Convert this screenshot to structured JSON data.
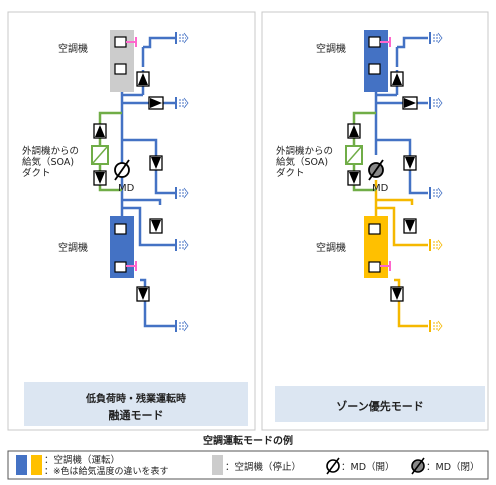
{
  "left_panel": {
    "ac_label_top": "空調機",
    "soa_label_line1": "外調機からの",
    "soa_label_line2": "給気（SOA)",
    "soa_label_line3": "ダクト",
    "md_label": "MD",
    "ac_label_bottom": "空調機",
    "caption_line1": "低負荷時・残業運転時",
    "caption_line2": "融通モード"
  },
  "right_panel": {
    "ac_label_top": "空調機",
    "soa_label_line1": "外調機からの",
    "soa_label_line2": "給気（SOA)",
    "soa_label_line3": "ダクト",
    "md_label": "MD",
    "ac_label_bottom": "空調機",
    "caption": "ゾーン優先モード"
  },
  "figure_title": "空調運転モードの例",
  "legend": {
    "ac_running_line1": "：空調機（運転）",
    "ac_running_line2": "：※色は給気温度の違いを表す",
    "ac_stopped": "：空調機（停止）",
    "md_open": "：MD（開）",
    "md_closed": "：MD（閉）"
  },
  "colors": {
    "duct_blue": "#4472c4",
    "duct_yellow": "#f5b800",
    "duct_green": "#70ad47",
    "ac_blue": "#4472c4",
    "ac_yellow": "#ffc000",
    "ac_stopped": "#cccccc",
    "caption_bg": "#dce6f2",
    "pink": "#ff66cc"
  }
}
